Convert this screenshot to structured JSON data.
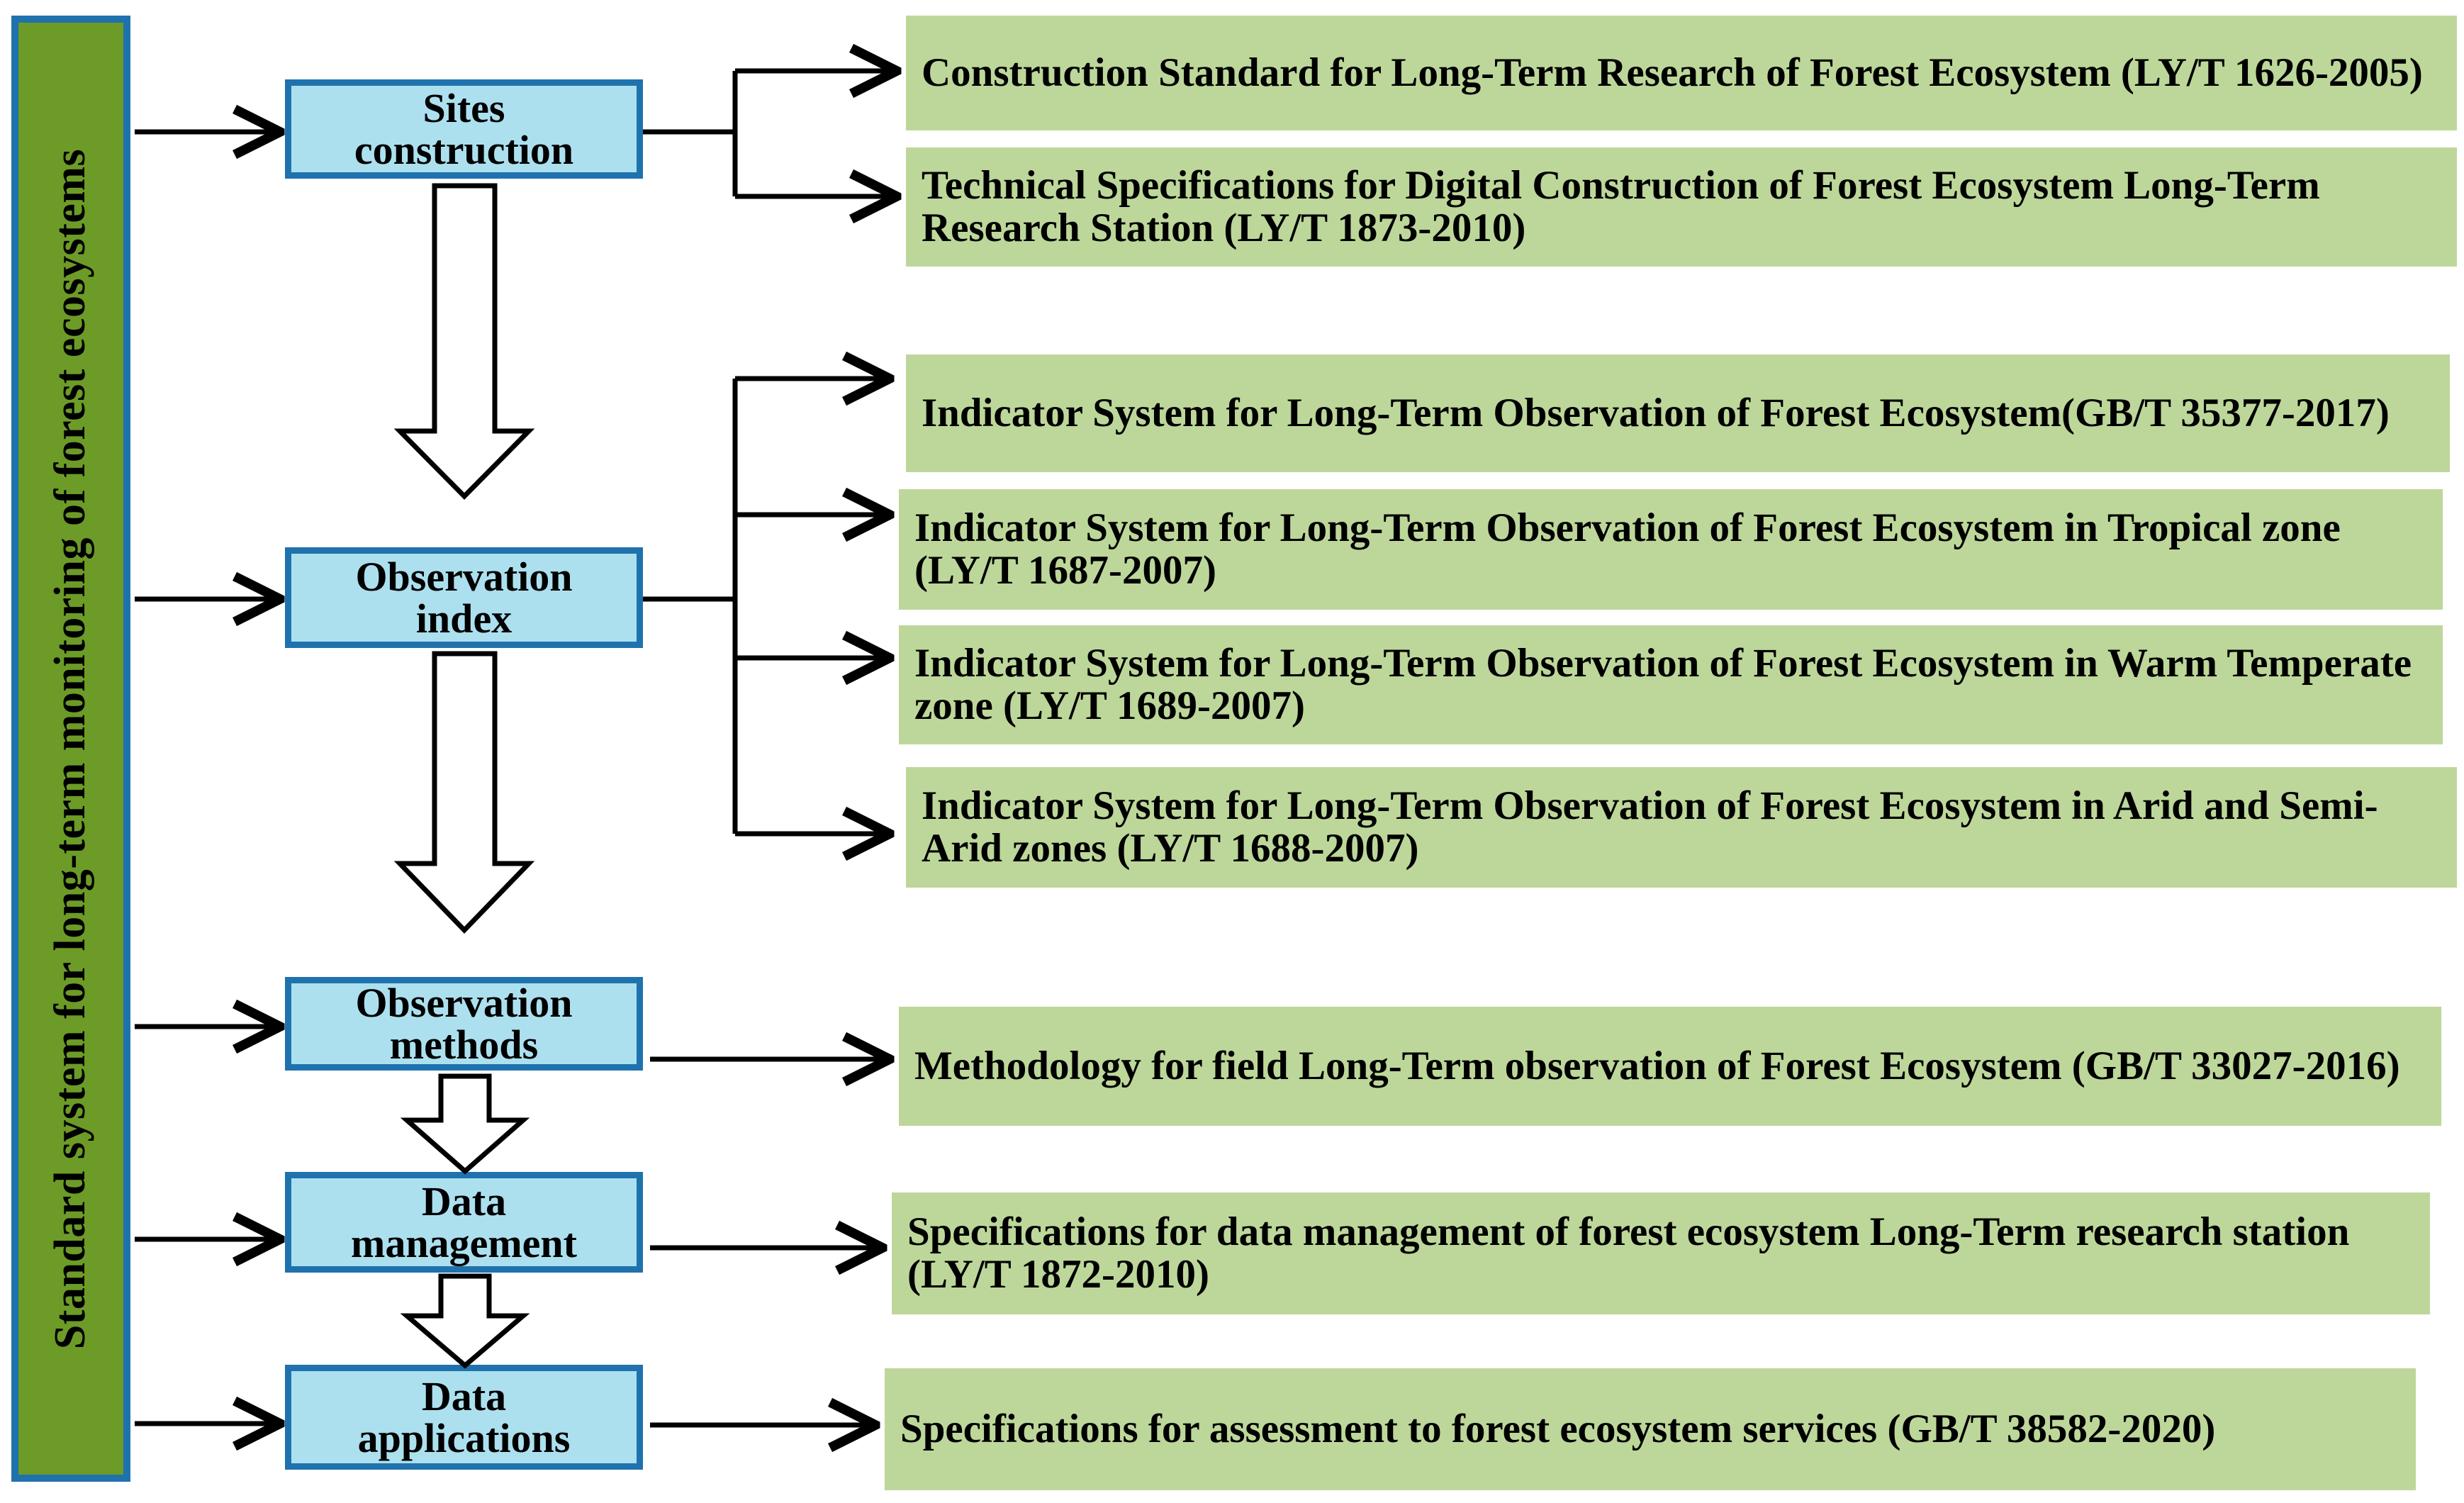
{
  "diagram": {
    "title": "Standard system for long-term monitoring of forest ecosystems",
    "colors": {
      "banner_fill": "#6d9b27",
      "banner_border": "#1f72ad",
      "stage_fill": "#ace0ef",
      "stage_border": "#1f72ad",
      "standard_fill": "#bdd79a",
      "connector": "#000000"
    },
    "banner": {
      "label": "Standard system for long-term monitoring of forest ecosystems"
    },
    "stages": [
      {
        "id": "sites-construction",
        "label": "Sites\nconstruction"
      },
      {
        "id": "observation-index",
        "label": "Observation\nindex"
      },
      {
        "id": "observation-methods",
        "label": "Observation\nmethods"
      },
      {
        "id": "data-management",
        "label": "Data\nmanagement"
      },
      {
        "id": "data-applications",
        "label": "Data\napplications"
      }
    ],
    "standards": [
      {
        "id": "ly-t-1626-2005",
        "stage": "sites-construction",
        "text": "Construction Standard for Long-Term Research of Forest Ecosystem (LY/T 1626-2005)"
      },
      {
        "id": "ly-t-1873-2010",
        "stage": "sites-construction",
        "text": "Technical Specifications for Digital Construction of Forest Ecosystem Long-Term Research Station (LY/T 1873-2010)"
      },
      {
        "id": "gb-t-35377-2017",
        "stage": "observation-index",
        "text": "Indicator System for Long-Term Observation of Forest Ecosystem(GB/T 35377-2017)"
      },
      {
        "id": "ly-t-1687-2007",
        "stage": "observation-index",
        "text": "Indicator System for Long-Term Observation of Forest Ecosystem in Tropical zone (LY/T 1687-2007)"
      },
      {
        "id": "ly-t-1689-2007",
        "stage": "observation-index",
        "text": "Indicator System for Long-Term Observation of Forest Ecosystem in Warm Temperate zone (LY/T 1689-2007)"
      },
      {
        "id": "ly-t-1688-2007",
        "stage": "observation-index",
        "text": "Indicator System for Long-Term Observation of Forest Ecosystem in Arid and Semi-Arid zones (LY/T 1688-2007)"
      },
      {
        "id": "gb-t-33027-2016",
        "stage": "observation-methods",
        "text": "Methodology for field Long-Term observation  of Forest Ecosystem (GB/T 33027-2016)"
      },
      {
        "id": "ly-t-1872-2010",
        "stage": "data-management",
        "text": "Specifications for data management of forest ecosystem Long-Term research station (LY/T 1872-2010)"
      },
      {
        "id": "gb-t-38582-2020",
        "stage": "data-applications",
        "text": "Specifications for assessment to forest ecosystem services (GB/T 38582-2020)"
      }
    ]
  }
}
